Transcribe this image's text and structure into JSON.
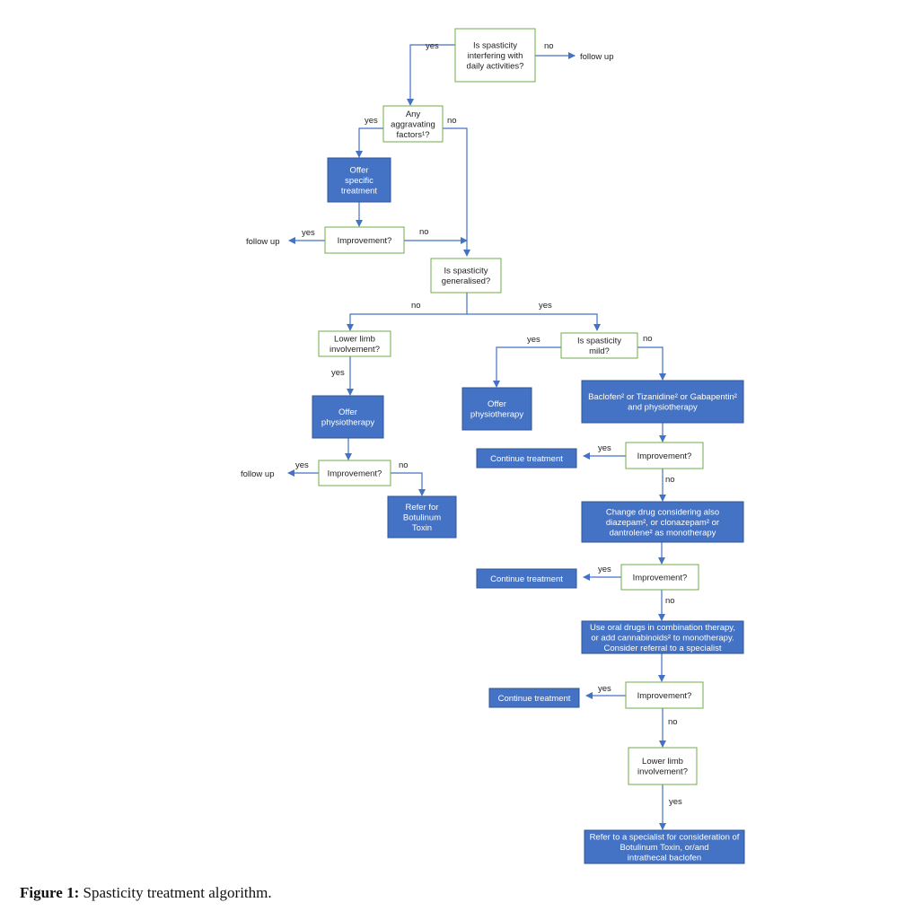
{
  "colors": {
    "decision_border": "#70ad47",
    "action_fill": "#4472c4",
    "action_border": "#2f5597",
    "arrow": "#4472c4"
  },
  "nodes": [
    {
      "id": "q_interfering",
      "kind": "decision",
      "lines": [
        "Is spasticity",
        "interfering with",
        "daily activities?"
      ]
    },
    {
      "id": "q_aggravating",
      "kind": "decision",
      "lines": [
        "Any",
        "aggravating",
        "factors¹?"
      ]
    },
    {
      "id": "a_specific",
      "kind": "action",
      "lines": [
        "Offer",
        "specific",
        "treatment"
      ]
    },
    {
      "id": "q_improve_1",
      "kind": "decision",
      "lines": [
        "Improvement?"
      ]
    },
    {
      "id": "q_generalised",
      "kind": "decision",
      "lines": [
        "Is spasticity",
        "generalised?"
      ]
    },
    {
      "id": "q_lowerlimb_1",
      "kind": "decision",
      "lines": [
        "Lower limb",
        "involvement?"
      ]
    },
    {
      "id": "a_physio_1",
      "kind": "action",
      "lines": [
        "Offer",
        "physiotherapy"
      ]
    },
    {
      "id": "q_improve_2",
      "kind": "decision",
      "lines": [
        "Improvement?"
      ]
    },
    {
      "id": "a_botulinum_1",
      "kind": "action",
      "lines": [
        "Refer for",
        "Botulinum",
        "Toxin"
      ]
    },
    {
      "id": "q_mild",
      "kind": "decision",
      "lines": [
        "Is spasticity",
        "mild?"
      ]
    },
    {
      "id": "a_physio_2",
      "kind": "action",
      "lines": [
        "Offer",
        "physiotherapy"
      ]
    },
    {
      "id": "a_baclofen",
      "kind": "action",
      "lines": [
        "Baclofen² or Tizanidine² or Gabapentin²",
        "and physiotherapy"
      ]
    },
    {
      "id": "q_improve_3",
      "kind": "decision",
      "lines": [
        "Improvement?"
      ]
    },
    {
      "id": "a_continue_1",
      "kind": "action",
      "lines": [
        "Continue treatment"
      ]
    },
    {
      "id": "a_change_drug",
      "kind": "action",
      "lines": [
        "Change drug considering also",
        "diazepam², or clonazepam² or",
        "dantrolene² as monotherapy"
      ]
    },
    {
      "id": "q_improve_4",
      "kind": "decision",
      "lines": [
        "Improvement?"
      ]
    },
    {
      "id": "a_continue_2",
      "kind": "action",
      "lines": [
        "Continue treatment"
      ]
    },
    {
      "id": "a_combination",
      "kind": "action",
      "lines": [
        "Use oral drugs in combination therapy,",
        "or add cannabinoids² to monotherapy.",
        "Consider referral to a specialist"
      ]
    },
    {
      "id": "q_improve_5",
      "kind": "decision",
      "lines": [
        "Improvement?"
      ]
    },
    {
      "id": "a_continue_3",
      "kind": "action",
      "lines": [
        "Continue treatment"
      ]
    },
    {
      "id": "q_lowerlimb_2",
      "kind": "decision",
      "lines": [
        "Lower limb",
        "involvement?"
      ]
    },
    {
      "id": "a_specialist",
      "kind": "action",
      "lines": [
        "Refer to a specialist for consideration of",
        "Botulinum Toxin, or/and",
        "intrathecal baclofen"
      ]
    }
  ],
  "terminals": [
    "follow up",
    "follow up",
    "follow up"
  ],
  "edge_labels": [
    "yes",
    "no",
    "yes",
    "no",
    "yes",
    "no",
    "no",
    "yes",
    "yes",
    "yes",
    "no",
    "yes",
    "no",
    "yes",
    "no",
    "yes",
    "no",
    "yes",
    "no",
    "yes"
  ],
  "caption": {
    "label": "Figure 1:",
    "text": " Spasticity treatment algorithm."
  }
}
